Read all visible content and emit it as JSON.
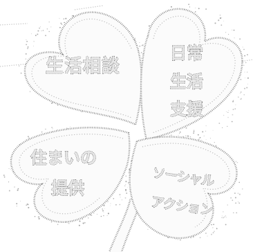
{
  "leaves": {
    "top_left": {
      "lines": [
        "生活相談"
      ]
    },
    "top_right": {
      "lines": [
        "日常",
        "生活",
        "支援"
      ]
    },
    "bottom_left": {
      "lines": [
        "住まいの",
        "提供"
      ]
    },
    "bottom_right": {
      "lines": [
        "ソーシャル",
        "アクション"
      ]
    }
  },
  "colors": {
    "outline": "#8a8a8a",
    "text_outline": "#6e6e6e",
    "background": "#ffffff"
  }
}
